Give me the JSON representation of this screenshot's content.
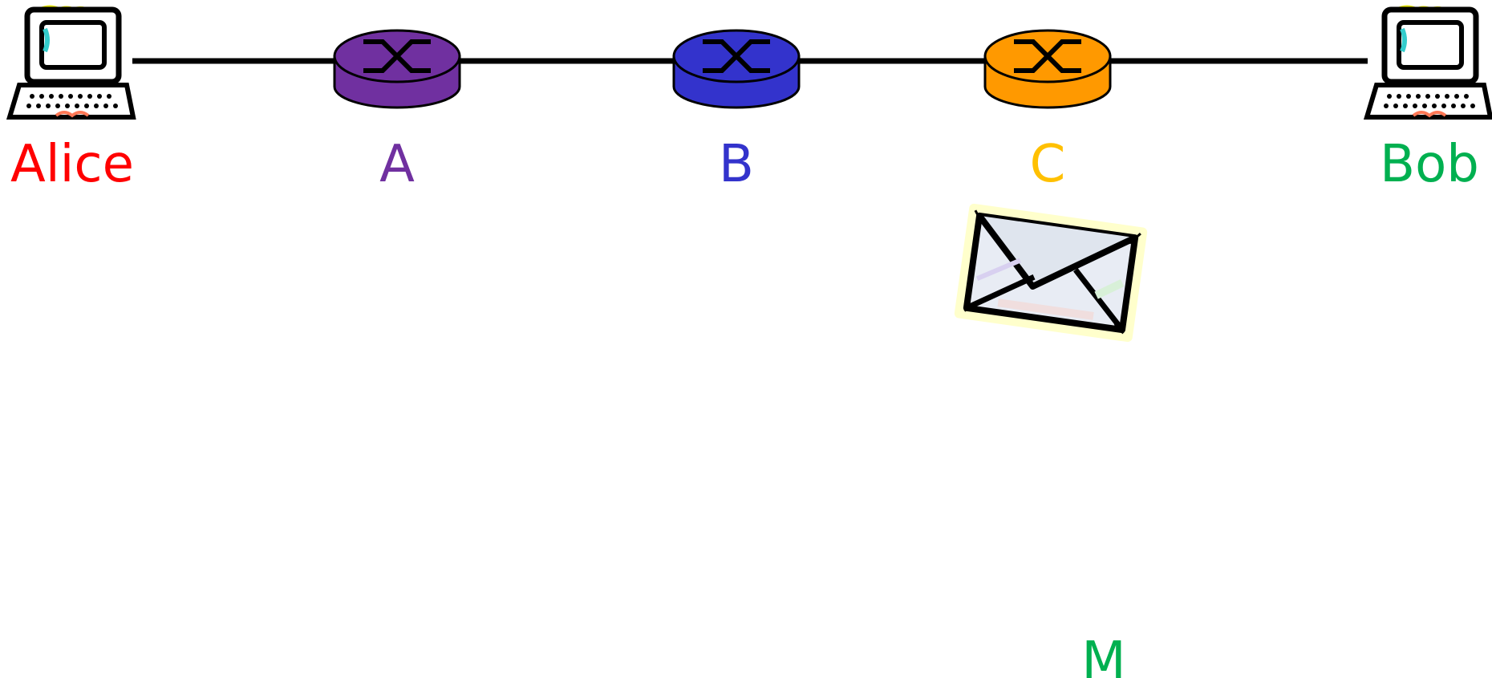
{
  "nodes": {
    "alice": {
      "label": "Alice",
      "color": "#ff0000"
    },
    "router_a": {
      "label": "A",
      "color": "#7030a0"
    },
    "router_b": {
      "label": "B",
      "color": "#3333cc"
    },
    "router_c": {
      "label": "C",
      "color": "#ffc000",
      "fill": "#ff9900"
    },
    "bob": {
      "label": "Bob",
      "color": "#00b050"
    }
  },
  "router_fills": {
    "a": "#7030a0",
    "b": "#3333cc",
    "c": "#ff9900"
  },
  "message": {
    "icon": "envelope-icon",
    "label": "M",
    "label_color": "#00b050"
  }
}
